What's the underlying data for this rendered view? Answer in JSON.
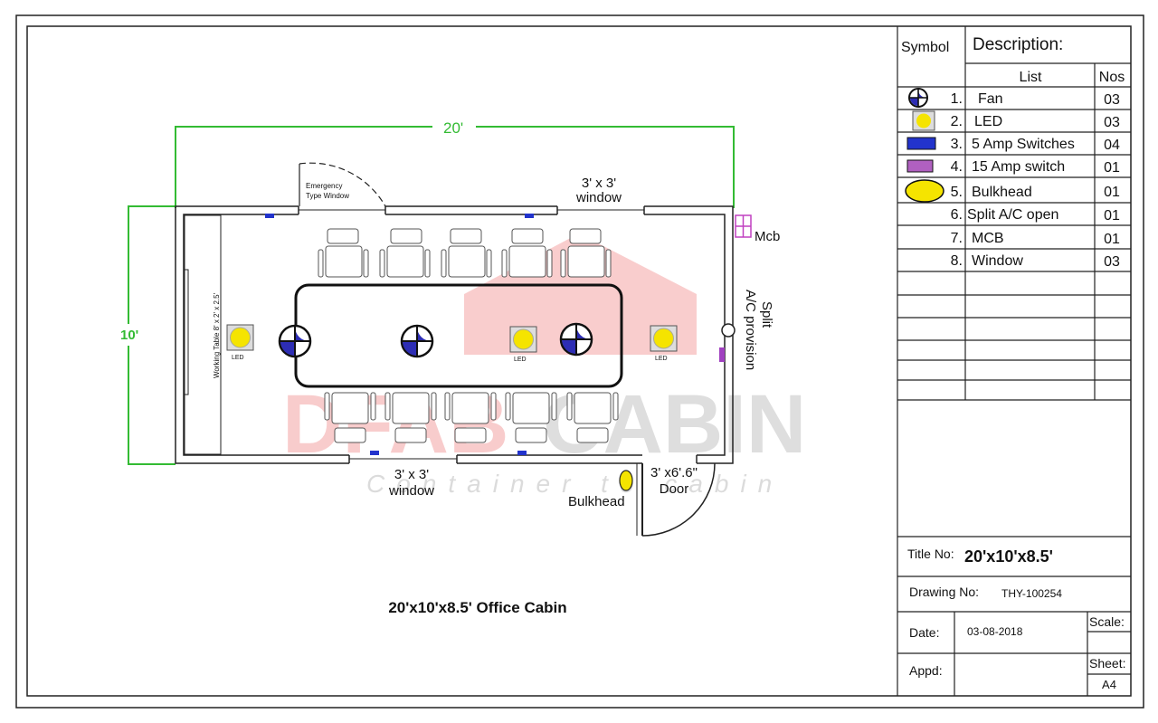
{
  "plan": {
    "caption": "20'x10'x8.5' Office Cabin",
    "dim_width": "20'",
    "dim_height": "10'",
    "emergency_window_line1": "Emergency",
    "emergency_window_line2": "Type Window",
    "window_top_line1": "3' x 3'",
    "window_top_line2": "window",
    "window_bottom_line1": "3' x 3'",
    "window_bottom_line2": "window",
    "door_line1": "3' x6'.6\"",
    "door_line2": "Door",
    "bulkhead": "Bulkhead",
    "mcb": "Mcb",
    "split_line1": "Split",
    "split_line2": "A/C provision",
    "working_table": "Working Table  8' x 2' x 2.5'",
    "led_label": "LED"
  },
  "watermark": {
    "brand_left": "DFAB",
    "brand_right": "CABIN",
    "tagline": "Container to cabin"
  },
  "legend": {
    "symbol_header": "Symbol",
    "description_header": "Description:",
    "list_header": "List",
    "nos_header": "Nos",
    "items": [
      {
        "num": "1.",
        "desc": "Fan",
        "nos": "03",
        "icon": "fan-icon"
      },
      {
        "num": "2.",
        "desc": "LED",
        "nos": "03",
        "icon": "led-icon"
      },
      {
        "num": "3.",
        "desc": "5 Amp Switches",
        "nos": "04",
        "icon": "switch-5amp-icon"
      },
      {
        "num": "4.",
        "desc": "15 Amp switch",
        "nos": "01",
        "icon": "switch-15amp-icon"
      },
      {
        "num": "5.",
        "desc": "Bulkhead",
        "nos": "01",
        "icon": "bulkhead-icon"
      },
      {
        "num": "6.",
        "desc": "Split A/C open",
        "nos": "01",
        "icon": ""
      },
      {
        "num": "7.",
        "desc": "MCB",
        "nos": "01",
        "icon": ""
      },
      {
        "num": "8.",
        "desc": "Window",
        "nos": "03",
        "icon": ""
      }
    ]
  },
  "title_block": {
    "title_label": "Title No:",
    "title_value": "20'x10'x8.5'",
    "drawing_label": "Drawing No:",
    "drawing_value": "THY-100254",
    "date_label": "Date:",
    "date_value": "03-08-2018",
    "scale_label": "Scale:",
    "appd_label": "Appd:",
    "sheet_label": "Sheet:",
    "sheet_value": "A4"
  },
  "colors": {
    "dimension": "#33bb33",
    "led": "#f5e400",
    "fan_fill": "#2d2db4",
    "switch": "#2233cc",
    "switch15": "#a040c0",
    "mcb": "#c040c0",
    "watermark_red": "#e84a4a",
    "watermark_grey": "#9a9a9a"
  }
}
